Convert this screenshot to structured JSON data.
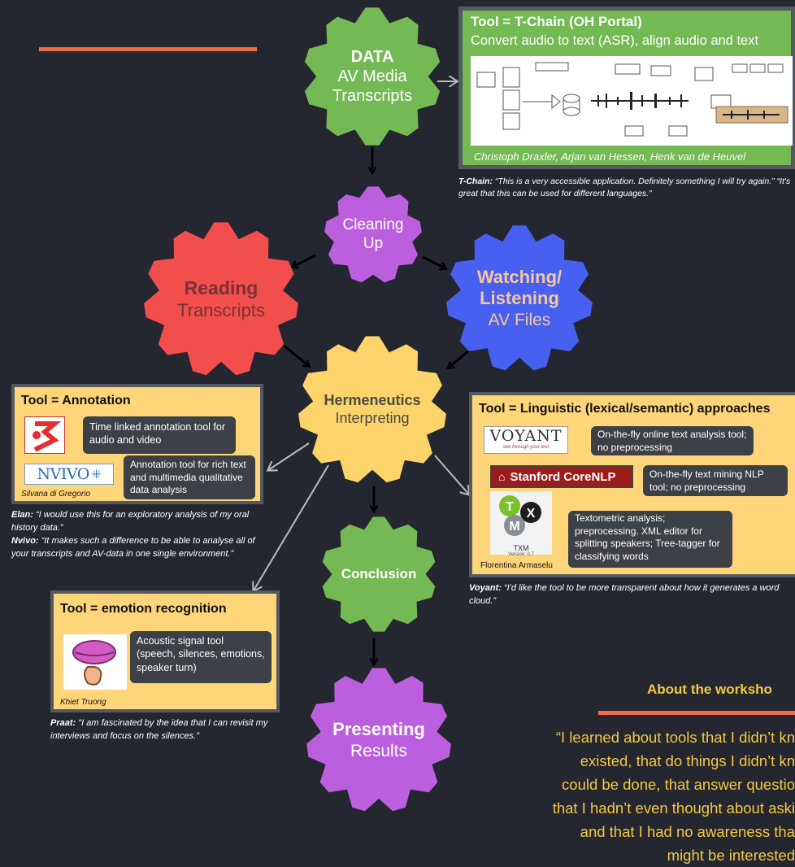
{
  "gears": {
    "data": {
      "title": "DATA",
      "line1": "AV Media",
      "line2": "Transcripts"
    },
    "cleaning": {
      "line1": "Cleaning",
      "line2": "Up"
    },
    "reading": {
      "title": "Reading",
      "line1": "Transcripts"
    },
    "watching": {
      "title1": "Watching/",
      "title2": "Listening",
      "line1": "AV Files"
    },
    "hermeneutics": {
      "title": "Hermeneutics",
      "line1": "Interpreting"
    },
    "conclusion": {
      "title": "Conclusion"
    },
    "presenting": {
      "title": "Presenting",
      "line1": "Results"
    }
  },
  "tchain": {
    "title": "Tool = T-Chain (OH Portal)",
    "subtitle": "Convert audio to text (ASR), align audio and text",
    "authors": "Christoph Draxler, Arjan van Hessen, Henk van de Heuvel",
    "quote_label": "T-Chain:",
    "quote": "“This is a very accessible application. Definitely something I will try again.” “It's great that this can be used for different languages.”"
  },
  "annotation": {
    "title": "Tool = Annotation",
    "elan_desc": "Time linked annotation tool for audio and video",
    "nvivo_logo": "NVIVO",
    "nvivo_desc": "Annotation tool for rich text and multimedia qualitative data analysis",
    "author": "Silvana di Gregorio",
    "quote1_label": "Elan:",
    "quote1": "“I would use this for an exploratory analysis of my oral history data.”",
    "quote2_label": "Nvivo:",
    "quote2": "“It makes such a difference to be able to analyse all of your transcripts and AV-data in one single environment.”"
  },
  "linguistic": {
    "title": "Tool = Linguistic (lexical/semantic) approaches",
    "voyant_logo": "VOYANT",
    "voyant_tag": "see through your text",
    "voyant_desc": "On-the-fly online text analysis tool; no preprocessing",
    "stanford_logo": "Stanford CoreNLP",
    "stanford_desc": "On-the-fly text mining NLP tool; no preprocessing",
    "txm_logo": "TXM",
    "txm_version": "Version: 0.7",
    "txm_desc": "Textometric analysis; preprocessing. XML editor for splitting speakers; Tree-tagger for classifying words",
    "author": "Florentina Armaselu",
    "quote_label": "Voyant:",
    "quote": "“I'd like the tool to be more transparent about how it generates a word cloud.”"
  },
  "emotion": {
    "title": "Tool = emotion recognition",
    "desc": "Acoustic signal tool (speech, silences, emotions, speaker turn)",
    "author": "Khiet Truong",
    "quote_label": "Praat:",
    "quote": "\"I am fascinated by the idea that I can revisit my interviews and focus on the silences.\""
  },
  "workshop": {
    "heading": "About the worksho",
    "lines": [
      "“I learned about tools that I didn’t kn",
      "existed, that do things I didn’t kn",
      "could be done, that answer questio",
      "that I hadn’t even thought about aski",
      "and that I had no awareness tha",
      "might be interested"
    ]
  },
  "colors": {
    "bg": "#24272f",
    "green": "#74b954",
    "purple": "#bb5fde",
    "red": "#f24e4e",
    "blue": "#4860f0",
    "yellow": "#fdd46a",
    "orange": "#f26a4a",
    "panel": "#ffd57a",
    "quote_yellow": "#f5c742"
  }
}
